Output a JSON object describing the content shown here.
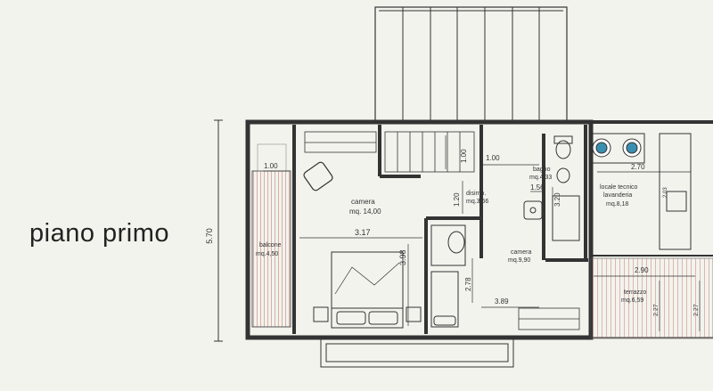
{
  "title": "piano primo",
  "overall_dimension": "5.70",
  "rooms": {
    "camera_main": {
      "name": "camera",
      "area": "mq. 14,00",
      "width": "3.17",
      "depth": "3.98"
    },
    "balcone": {
      "name": "balcone",
      "area": "mq.4,50",
      "width": "1.00"
    },
    "disimp": {
      "name": "disimp.",
      "area": "mq.3,66",
      "dim_a": "1.20",
      "dim_b": "1.00",
      "dim_c": "1.00"
    },
    "bagno": {
      "name": "bagno",
      "area": "mq.4,33",
      "dim_a": "1.56",
      "dim_b": "3.20"
    },
    "camera_small": {
      "name": "camera",
      "area": "mq.9,90",
      "dim_a": "2.78",
      "dim_b": "3.89"
    },
    "locale": {
      "name_line1": "locale tecnico",
      "name_line2": "lavanderia",
      "area": "mq.8,18",
      "width": "2.70",
      "side": "2,03"
    },
    "terrazzo": {
      "name": "terrazzo",
      "area": "mq.6,59",
      "width": "2.90",
      "dim_a": "2.27",
      "dim_b": "2.27"
    }
  },
  "colors": {
    "ink": "#333333",
    "hatch": "#b04a3a",
    "paper": "#f3f3ee"
  }
}
